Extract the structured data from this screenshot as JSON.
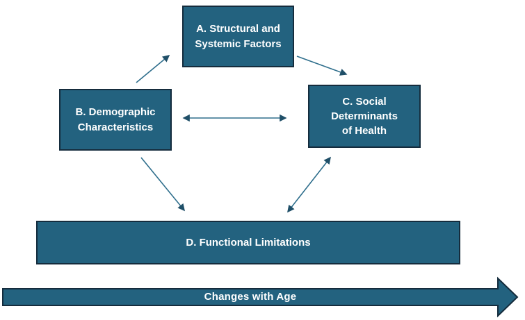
{
  "diagram": {
    "boxes": {
      "a": {
        "id": "A",
        "label": "A. Structural and Systemic Factors"
      },
      "b": {
        "id": "B",
        "label": "B. Demographic Characteristics"
      },
      "c": {
        "id": "C",
        "label": "C. Social Determinants of Health"
      },
      "d": {
        "id": "D",
        "label": "D. Functional Limitations"
      }
    },
    "connections": [
      {
        "from": "B",
        "to": "A",
        "direction": "one-way"
      },
      {
        "from": "A",
        "to": "C",
        "direction": "one-way"
      },
      {
        "from": "B",
        "to": "C",
        "direction": "two-way"
      },
      {
        "from": "B",
        "to": "D",
        "direction": "one-way"
      },
      {
        "from": "C",
        "to": "D",
        "direction": "two-way"
      }
    ],
    "timeline_arrow": {
      "label": "Changes with Age",
      "direction": "right"
    },
    "colors": {
      "box_fill": "#23627F",
      "box_border": "#152C3D",
      "connector_line": "#2E6E8C",
      "arrowhead": "#1F4F68",
      "text": "#FFFFFF",
      "background": "#FFFFFF"
    }
  }
}
